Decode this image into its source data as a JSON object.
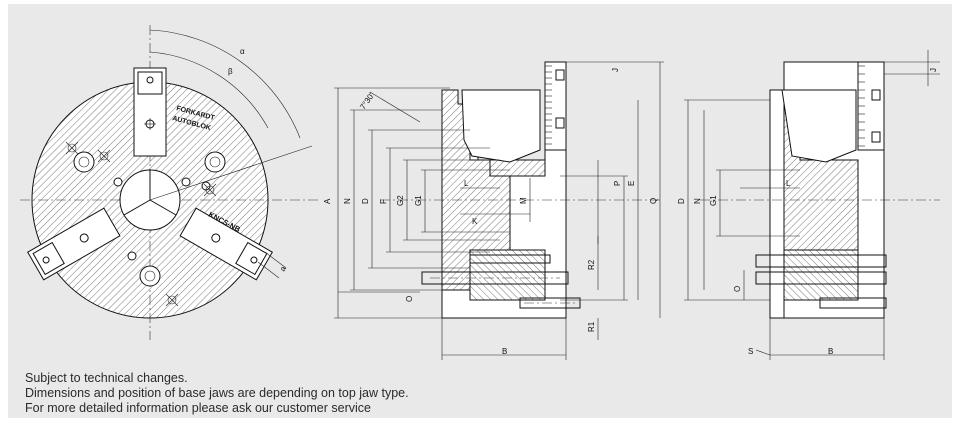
{
  "notes": {
    "line1": "Subject to technical changes.",
    "line2": "Dimensions and position of base jaws are depending on top jaw type.",
    "line3": "For more detailed information please ask our customer service"
  },
  "front_view": {
    "brand_line1": "FORKARDT",
    "brand_line2": "AUTOBLOK",
    "model": "KNCS-NB",
    "angle_alpha": "α",
    "angle_beta": "β",
    "label_a": "a"
  },
  "section_view": {
    "angle": "7°30'",
    "dims": [
      "A",
      "N",
      "D",
      "G2",
      "F",
      "G1",
      "L",
      "K",
      "M",
      "P",
      "E",
      "Q",
      "R2",
      "O",
      "B",
      "R1",
      "J"
    ]
  },
  "side_view": {
    "dims": [
      "D",
      "N",
      "G1",
      "L",
      "O",
      "S",
      "B",
      "J"
    ]
  }
}
